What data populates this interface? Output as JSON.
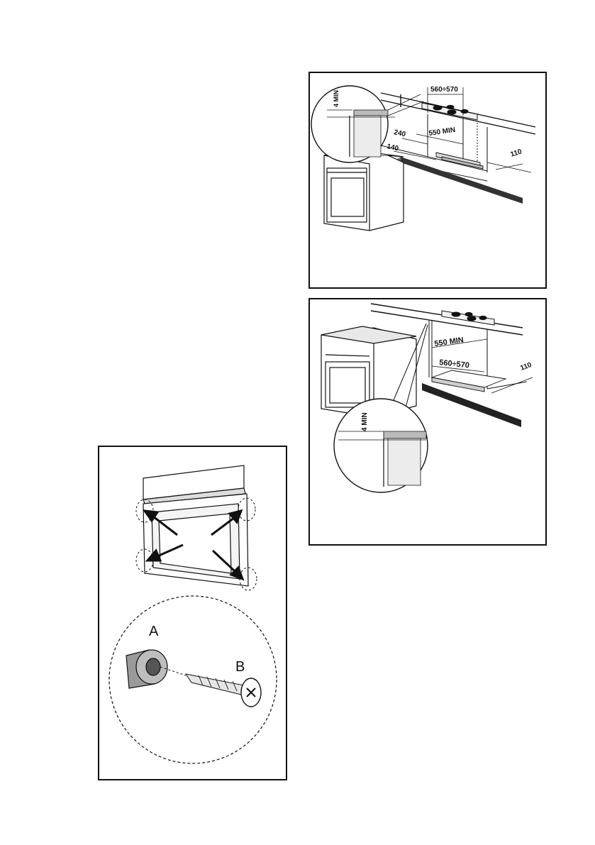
{
  "figure_top": {
    "dim_cutout_width": "560÷570",
    "dim_min_depth": "550 MIN",
    "dim_left_offset": "240",
    "dim_left_gap": "140",
    "dim_right_gap": "110",
    "dim_clearance": "4 MIN"
  },
  "figure_mid": {
    "dim_min_depth": "550 MIN",
    "dim_cutout_width": "560÷570",
    "dim_right_gap": "110",
    "dim_clearance": "4 MIN"
  },
  "figure_bottom": {
    "label_a": "A",
    "label_b": "B"
  }
}
